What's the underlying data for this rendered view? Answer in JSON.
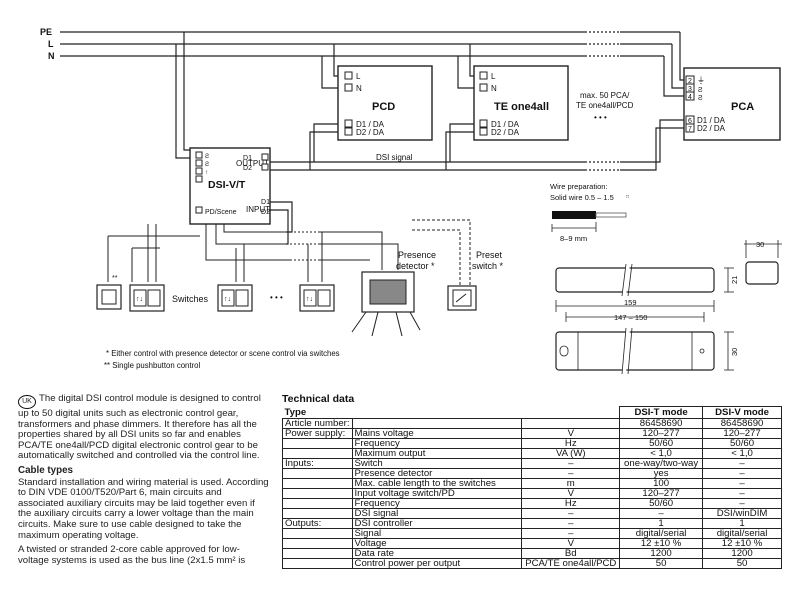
{
  "diagram": {
    "buses": [
      "PE",
      "L",
      "N"
    ],
    "pcd": {
      "title": "PCD",
      "terminals": [
        "L",
        "N",
        "D1 / DA",
        "D2 / DA"
      ]
    },
    "te": {
      "title": "TE one4all",
      "terminals": [
        "L",
        "N",
        "D1 / DA",
        "D2 / DA"
      ]
    },
    "max_note": [
      "max. 50 PCA/",
      "TE one4all/PCD"
    ],
    "ellipsis": "• • •",
    "pca": {
      "title": "PCA",
      "pins": [
        "2",
        "3",
        "4",
        "6",
        "7"
      ],
      "terminals": [
        "D1 / DA",
        "D2 / DA"
      ],
      "pe_symbol": "⏚",
      "glyph": "Ƨ"
    },
    "dsi_signal": "DSI signal",
    "dsi_vt": {
      "title": "DSI-V/T",
      "output": "OUTPUT",
      "input": "INPUT",
      "pd_scene": "PD/Scene",
      "d1": "D1",
      "d2": "D2",
      "glyph": "Ƨ",
      "arrow": "↑"
    },
    "wire": {
      "label1": "Wire preparation:",
      "label2": "Solid wire 0.5 – 1.5",
      "unit": "□",
      "dim": "8–9 mm"
    },
    "pushbutton_mark": "**",
    "switches_label": "Switches",
    "switch_arrows": "↑↓",
    "switch_ellipsis": "• • •",
    "presence": {
      "line1": "Presence",
      "line2": "detector *"
    },
    "preset": {
      "line1": "Preset",
      "line2": "switch *"
    },
    "dims": {
      "d30_top": "30",
      "d21": "21",
      "d159": "159",
      "d147": "147 – 150",
      "d30_side": "30"
    },
    "footnotes": [
      "* Either control with presence detector or scene control via switches",
      "** Single pushbutton control"
    ]
  },
  "intro": {
    "lang_badge": "UK",
    "para1": "The digital DSI control module is designed to control up to 50 digital units such as electronic control gear, transformers and phase dimmers. It therefore has all the properties shared by all DSI units so far and enables PCA/TE one4all/PCD digital electronic control gear to be automatically switched and controlled via the control line.",
    "cable_heading": "Cable types",
    "para2": "Standard installation and wiring material is used. According to DIN VDE 0100/T520/Part 6, main circuits and associated auxiliary circuits may be laid together even if the auxiliary circuits carry a lower voltage than the main circuits. Make sure to use cable designed to take the maximum operating voltage.",
    "para3": "A twisted or stranded 2-core cable approved for low-voltage systems is used as the bus line (2x1.5 mm² is"
  },
  "tech": {
    "title": "Technical data",
    "header": [
      "Type",
      "",
      "",
      "DSI-T mode",
      "DSI-V mode"
    ],
    "rows": [
      [
        "Article number:",
        "",
        "",
        "86458690",
        "86458690"
      ],
      [
        "Power supply:",
        "Mains voltage",
        "V",
        "120–277",
        "120–277"
      ],
      [
        "",
        "Frequency",
        "Hz",
        "50/60",
        "50/60"
      ],
      [
        "",
        "Maximum output",
        "VA (W)",
        "< 1,0",
        "< 1,0"
      ],
      [
        "Inputs:",
        "Switch",
        "–",
        "one-way/two-way",
        "–"
      ],
      [
        "",
        "Presence detector",
        "–",
        "yes",
        "–"
      ],
      [
        "",
        "Max. cable length to the switches",
        "m",
        "100",
        "–"
      ],
      [
        "",
        "Input voltage switch/PD",
        "V",
        "120–277",
        "–"
      ],
      [
        "",
        "Frequency",
        "Hz",
        "50/60",
        "–"
      ],
      [
        "",
        "DSI signal",
        "–",
        "–",
        "DSI/winDIM"
      ],
      [
        "Outputs:",
        "DSI controller",
        "–",
        "1",
        "1"
      ],
      [
        "",
        "Signal",
        "–",
        "digital/serial",
        "digital/serial"
      ],
      [
        "",
        "Voltage",
        "V",
        "12 ±10 %",
        "12 ±10 %"
      ],
      [
        "",
        "Data rate",
        "Bd",
        "1200",
        "1200"
      ],
      [
        "",
        "Control power per output",
        "PCA/TE one4all/PCD",
        "50",
        "50"
      ]
    ]
  }
}
